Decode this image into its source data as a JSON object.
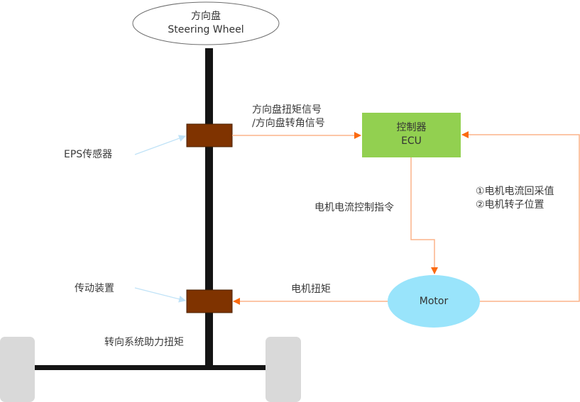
{
  "steering_wheel": {
    "label_cn": "方向盘",
    "label_en": "Steering Wheel"
  },
  "ecu": {
    "label_cn": "控制器",
    "label_en": "ECU",
    "color": "#92d050"
  },
  "motor": {
    "label": "Motor",
    "color": "#99e4fb"
  },
  "sensor_block_color": "#7f3300",
  "shaft_color": "#141414",
  "wheel_color": "#d9d9d9",
  "arrow_color": "#fb7a24",
  "pointer_color": "#bfe2f7",
  "labels": {
    "eps_sensor": "EPS传感器",
    "transmission": "传动装置",
    "assist_torque": "转向系统助力扭矩",
    "signal_line1": "方向盘扭矩信号",
    "signal_line2": "/方向盘转角信号",
    "current_command": "电机电流控制指令",
    "feedback_line1": "①电机电流回采值",
    "feedback_line2": "②电机转子位置",
    "motor_torque": "电机扭矩"
  }
}
